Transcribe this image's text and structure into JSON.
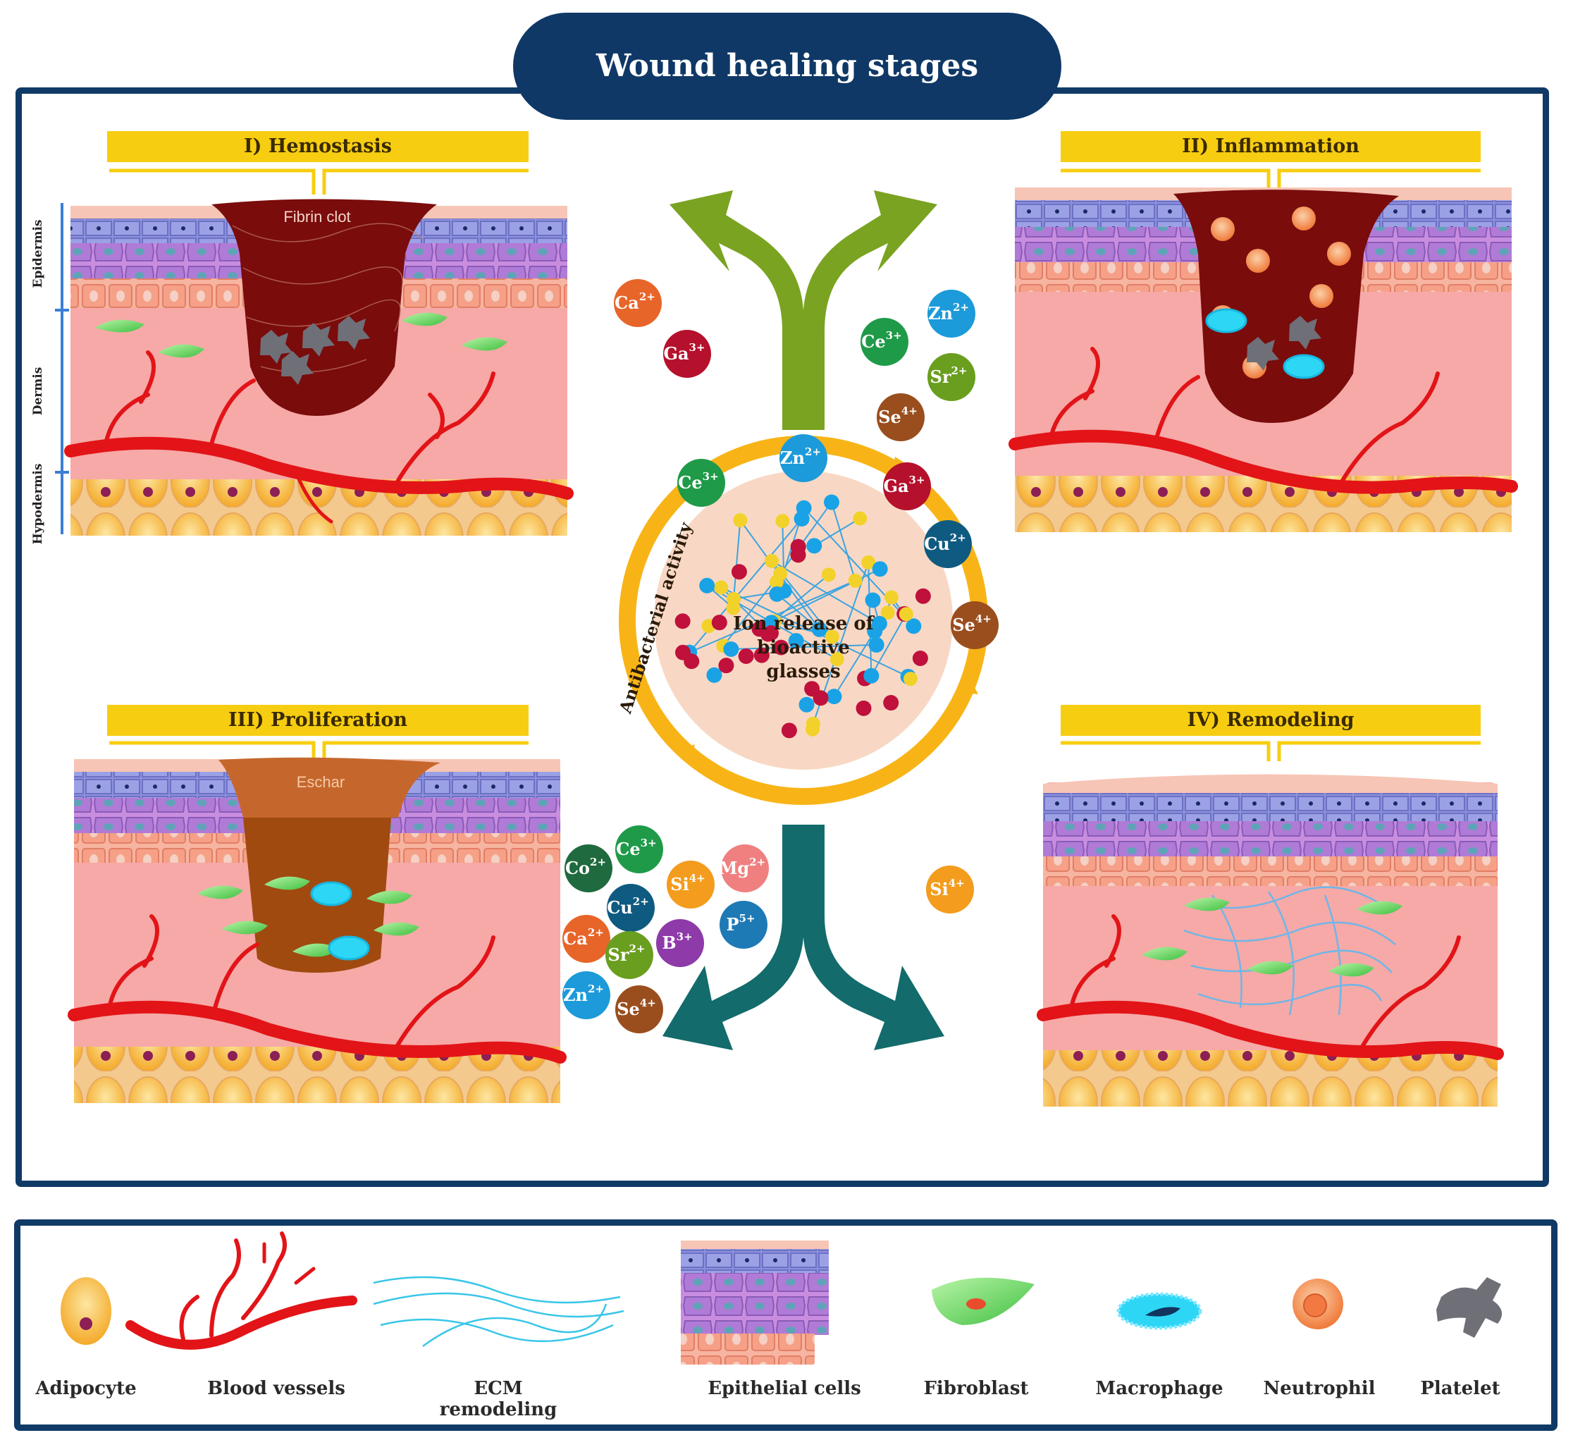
{
  "title": "Wound healing stages",
  "stages": {
    "hemostasis": {
      "label": "I) Hemostasis",
      "clot_label": "Fibrin clot"
    },
    "inflammation": {
      "label": "II) Inflammation"
    },
    "proliferation": {
      "label": "III) Proliferation",
      "eschar_label": "Eschar"
    },
    "remodeling": {
      "label": "IV) Remodeling"
    }
  },
  "skin_layers": [
    "Epidermis",
    "Dermis",
    "Hypodermis"
  ],
  "center": {
    "label_line1": "Ion release of bioactive",
    "label_line2": "glasses",
    "arc_label": "Antibacterial activity"
  },
  "ions": {
    "top_left": [
      "Ca2+",
      "Ga3+"
    ],
    "top_right": [
      "Zn2+",
      "Ce3+",
      "Sr2+",
      "Se4+"
    ],
    "ring": [
      "Zn2+",
      "Ce3+",
      "Ga3+",
      "Cu2+",
      "Se4+"
    ],
    "bottom_left": [
      "Ce3+",
      "Co2+",
      "Si4+",
      "Mg2+",
      "Cu2+",
      "P5+",
      "Ca2+",
      "Sr2+",
      "B3+",
      "Zn2+",
      "Se4+"
    ],
    "bottom_right": [
      "Si4+"
    ]
  },
  "legend": [
    "Adipocyte",
    "Blood vessels",
    "ECM remodeling",
    "Epithelial cells",
    "Fibroblast",
    "Macrophage",
    "Neutrophil",
    "Platelet"
  ],
  "colors": {
    "frame": "#103a66",
    "banner": "#f7cd11",
    "dermis": "#f6a9a7",
    "vessel": "#e21418",
    "clot": "#7a0c0c",
    "eschar": "#a04a10",
    "arrow_top": "#7aa321",
    "arrow_bottom": "#136b6b",
    "ring": "#f8b417"
  }
}
